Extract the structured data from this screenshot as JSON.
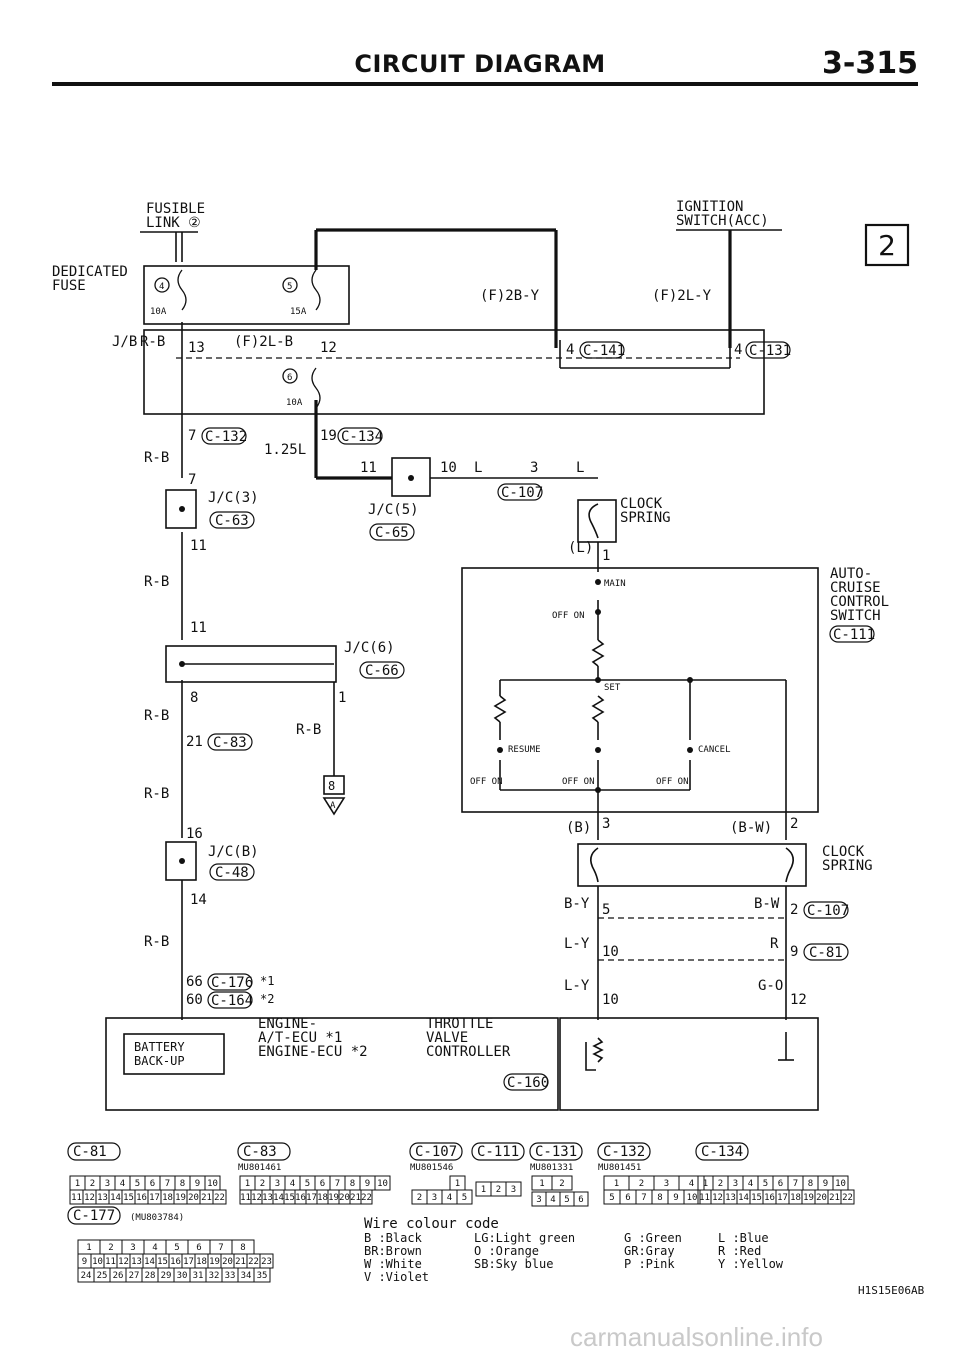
{
  "header": {
    "title": "CIRCUIT DIAGRAM",
    "page_number": "3-315"
  },
  "page_marker": "2",
  "page_code": "H1S15E06AB",
  "watermark": "carmanualsonline.info",
  "labels": {
    "fusible_link": "FUSIBLE",
    "fusible_link_2": "LINK ②",
    "ignition_switch": "IGNITION",
    "ignition_switch_2": "SWITCH(ACC)",
    "dedicated_fuse": "DEDICATED",
    "dedicated_fuse_2": "FUSE",
    "fuse4_amp": "10A",
    "fuse5_amp": "15A",
    "fuse6_amp": "10A",
    "jb": "J/B",
    "wire_rb_1": "R-B",
    "wire_rb_2": "R-B",
    "wire_rb_3": "R-B",
    "wire_rb_4": "R-B",
    "wire_rb_5": "R-B",
    "wire_rb_6": "R-B",
    "wire_rb_7": "R-B",
    "wire_f2ly_1": "(F)2L-B",
    "wire_f2by": "(F)2B-Y",
    "wire_f2ly_2": "(F)2L-Y",
    "wire_125l": "1.25L",
    "wire_l_1": "L",
    "wire_l_2": "L",
    "wire_l_paren": "(L)",
    "wire_b": "(B)",
    "wire_bw": "(B-W)",
    "wire_by": "B-Y",
    "wire_bw2": "B-W",
    "wire_ly_1": "L-Y",
    "wire_ly_2": "L-Y",
    "wire_r": "R",
    "wire_go": "G-O",
    "jc3": "J/C(3)",
    "jc5": "J/C(5)",
    "jc6": "J/C(6)",
    "jcb": "J/C(B)",
    "clock_spring": "CLOCK",
    "clock_spring_2": "SPRING",
    "clock_spring_b": "CLOCK",
    "clock_spring_b_2": "SPRING",
    "auto_cruise_1": "AUTO-",
    "auto_cruise_2": "CRUISE",
    "auto_cruise_3": "CONTROL",
    "auto_cruise_4": "SWITCH",
    "main": "MAIN",
    "set": "SET",
    "resume": "RESUME",
    "cancel": "CANCEL",
    "off_on_main": "OFF ON",
    "off_on_1": "OFF ON",
    "off_on_2": "OFF ON",
    "off_on_3": "OFF ON",
    "engine_1": "ENGINE-",
    "engine_2": "A/T-ECU *1",
    "engine_3": "ENGINE-ECU *2",
    "battery_1": "BATTERY",
    "battery_2": "BACK-UP",
    "throttle_1": "THROTTLE",
    "throttle_2": "VALVE",
    "throttle_3": "CONTROLLER",
    "ref_8": "8",
    "ref_a": "A",
    "star1": "*1",
    "star2": "*2"
  },
  "connectors": {
    "c141": "C-141",
    "c131": "C-131",
    "c132": "C-132",
    "c134": "C-134",
    "c107": "C-107",
    "c63": "C-63",
    "c65": "C-65",
    "c111": "C-111",
    "c66": "C-66",
    "c83": "C-83",
    "c48": "C-48",
    "c176": "C-176",
    "c164": "C-164",
    "c107b": "C-107",
    "c81": "C-81",
    "c160": "C-160"
  },
  "pins": {
    "p13": "13",
    "p12": "12",
    "p4a": "4",
    "p4b": "4",
    "p7a": "7",
    "p7b": "7",
    "p19": "19",
    "p11a": "11",
    "p10": "10",
    "p3": "3",
    "p1": "1",
    "p11b": "11",
    "p11c": "11",
    "p8": "8",
    "p1b": "1",
    "p21": "21",
    "p16": "16",
    "p14": "14",
    "p66": "66",
    "p60": "60",
    "p3b": "3",
    "p2": "2",
    "p5": "5",
    "p2b": "2",
    "p10b": "10",
    "p9": "9",
    "p10c": "10",
    "p12b": "12"
  },
  "fuse_numbers": {
    "f4": "4",
    "f5": "5",
    "f6": "6"
  },
  "connector_views": [
    {
      "label": "C-81",
      "part": ""
    },
    {
      "label": "C-83",
      "part": "MU801461"
    },
    {
      "label": "C-107",
      "part": "MU801546"
    },
    {
      "label": "C-111",
      "part": ""
    },
    {
      "label": "C-131",
      "part": "MU801331"
    },
    {
      "label": "C-132",
      "part": "MU801451"
    },
    {
      "label": "C-134",
      "part": ""
    },
    {
      "label": "C-177",
      "part": "(MU803784)"
    }
  ],
  "pinouts": {
    "c81_row1": [
      "1",
      "2",
      "3",
      "4",
      "5",
      "6",
      "7",
      "8",
      "9",
      "10"
    ],
    "c81_row2": [
      "11",
      "12",
      "13",
      "14",
      "15",
      "16",
      "17",
      "18",
      "19",
      "20",
      "21",
      "22"
    ],
    "c107_row1": [
      "1"
    ],
    "c107_row2": [
      "2",
      "3",
      "4",
      "5"
    ],
    "c111": [
      "1",
      "2",
      "3"
    ],
    "c131_row1": [
      "1",
      "2"
    ],
    "c131_row2": [
      "3",
      "4",
      "5",
      "6"
    ],
    "c132_row1": [
      "1",
      "2",
      "3",
      "4"
    ],
    "c132_row2": [
      "5",
      "6",
      "7",
      "8",
      "9",
      "10"
    ],
    "c177_row1": [
      "1",
      "2",
      "3",
      "4",
      "5",
      "6",
      "7",
      "8"
    ],
    "c177_row2": [
      "9",
      "10",
      "11",
      "12",
      "13",
      "14",
      "15",
      "16",
      "17",
      "18",
      "19",
      "20",
      "21",
      "22",
      "23"
    ],
    "c177_row3": [
      "24",
      "25",
      "26",
      "27",
      "28",
      "29",
      "30",
      "31",
      "32",
      "33",
      "34",
      "35"
    ]
  },
  "wire_colour_code": {
    "title": "Wire colour code",
    "rows": [
      [
        "B :Black",
        "LG:Light green",
        "G :Green",
        "L :Blue"
      ],
      [
        "BR:Brown",
        "O :Orange",
        "GR:Gray",
        "R :Red"
      ],
      [
        "W :White",
        "SB:Sky blue",
        "P :Pink",
        "Y :Yellow"
      ],
      [
        "V :Violet",
        "",
        "",
        ""
      ]
    ]
  }
}
